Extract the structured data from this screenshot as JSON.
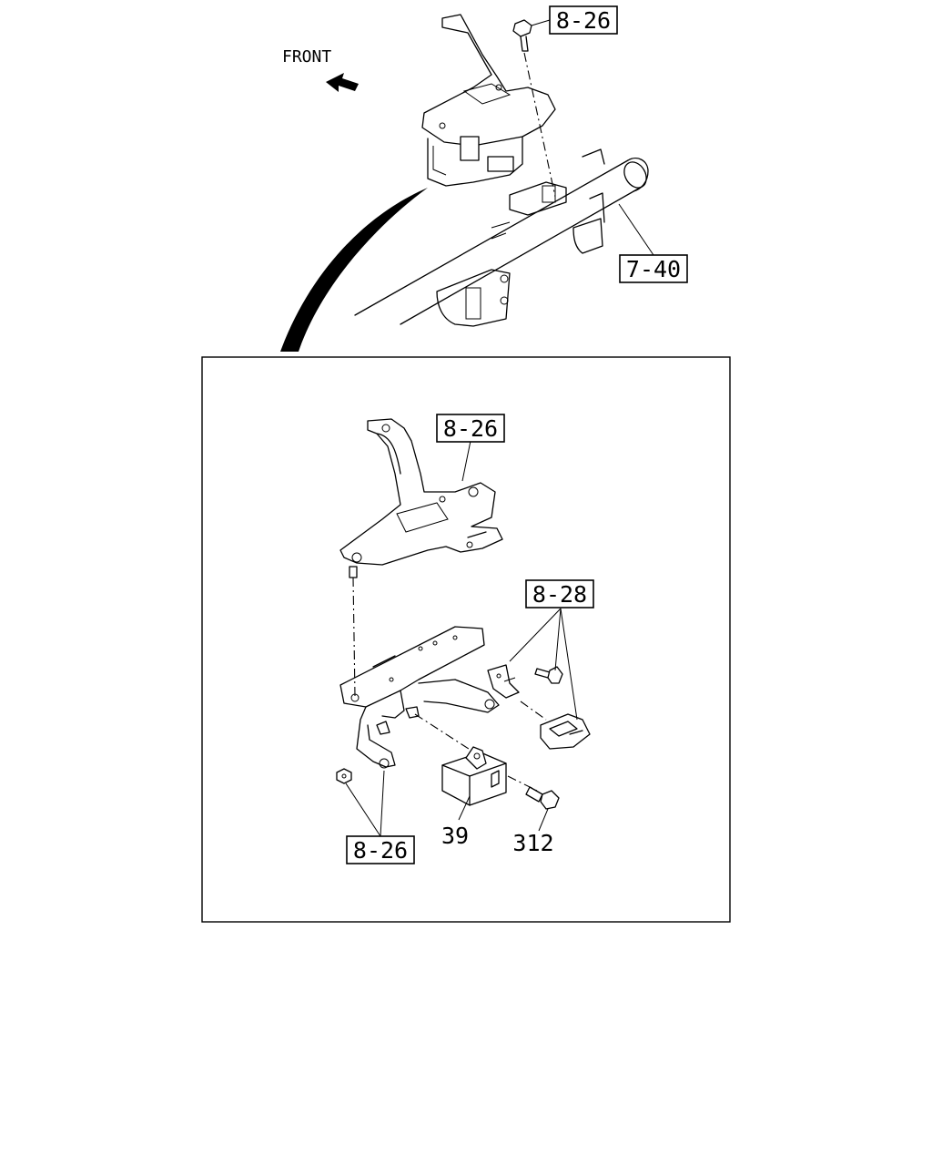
{
  "labels": {
    "front": "FRONT",
    "ref_top_bracket": "8-26",
    "ref_frame": "7-40",
    "ref_detail_bracket": "8-26",
    "ref_connector_bolts": "8-28",
    "ref_bottom_nuts": "8-26",
    "part_sensor": "39",
    "part_bolt": "312"
  },
  "colors": {
    "line": "#000000",
    "background": "#ffffff"
  }
}
